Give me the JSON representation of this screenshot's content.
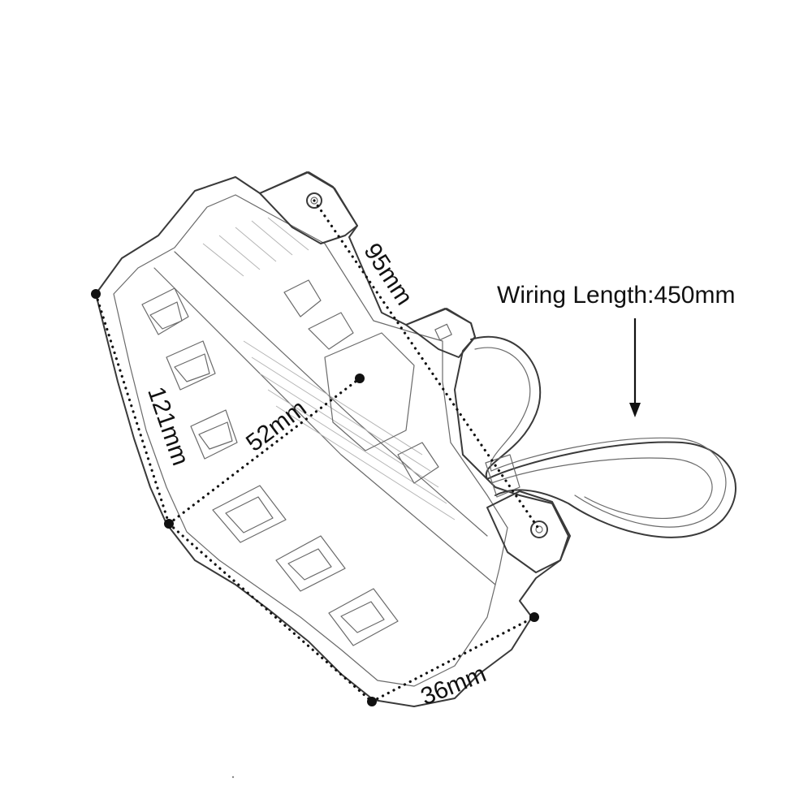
{
  "dimensions": {
    "length_121": "121mm",
    "width_52": "52mm",
    "mount_95": "95mm",
    "depth_36": "36mm"
  },
  "wiring": {
    "label": "Wiring Length:450mm"
  }
}
